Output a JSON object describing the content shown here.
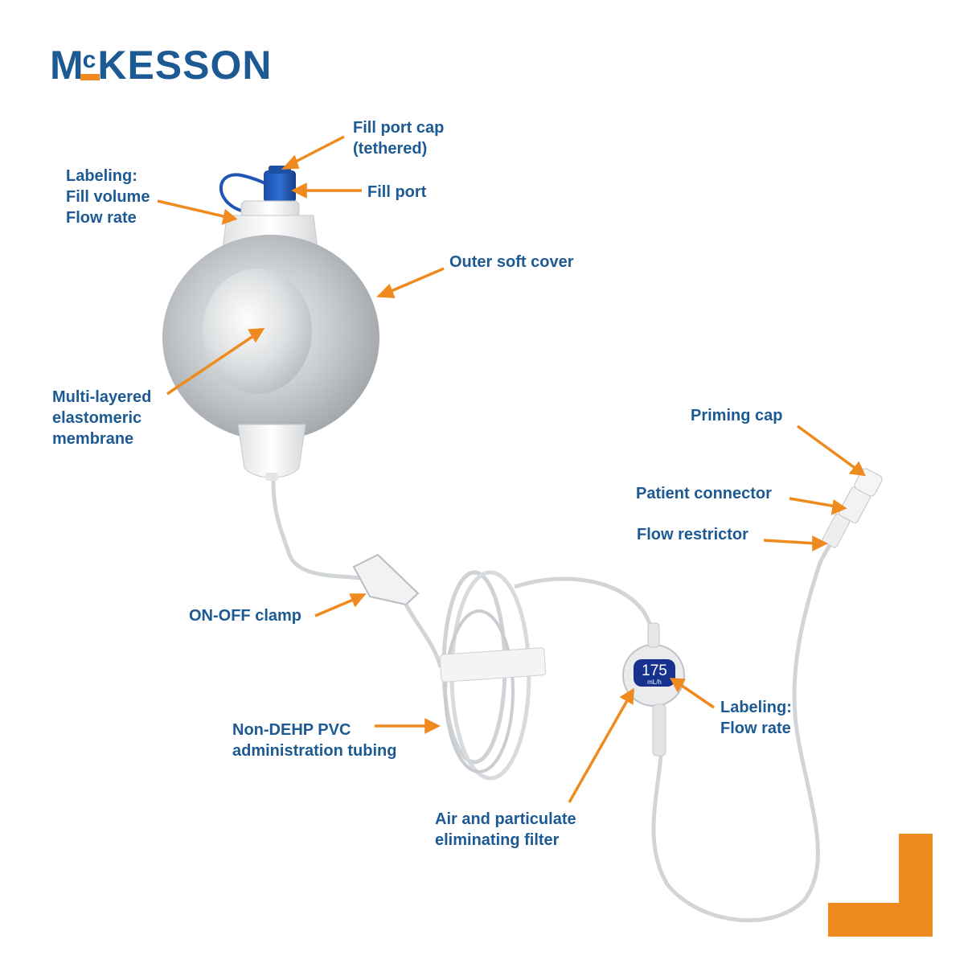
{
  "brand": {
    "logo_text_m": "M",
    "logo_text_c": "c",
    "logo_text_rest": "KESSON",
    "primary_color": "#1d5a93",
    "accent_color": "#ee8a1e"
  },
  "callouts": {
    "fill_port_cap": "Fill port cap\n(tethered)",
    "labeling_fill": "Labeling:\nFill volume\nFlow rate",
    "fill_port": "Fill port",
    "outer_soft_cover": "Outer soft cover",
    "membrane": "Multi-layered\nelastomeric\nmembrane",
    "priming_cap": "Priming cap",
    "patient_connector": "Patient connector",
    "flow_restrictor": "Flow restrictor",
    "on_off_clamp": "ON-OFF clamp",
    "tubing": "Non-DEHP PVC\nadministration tubing",
    "labeling_flow": "Labeling:\nFlow rate",
    "filter": "Air and particulate\neliminating filter"
  },
  "flow_label": {
    "rate": "175",
    "unit": "mL/h"
  }
}
